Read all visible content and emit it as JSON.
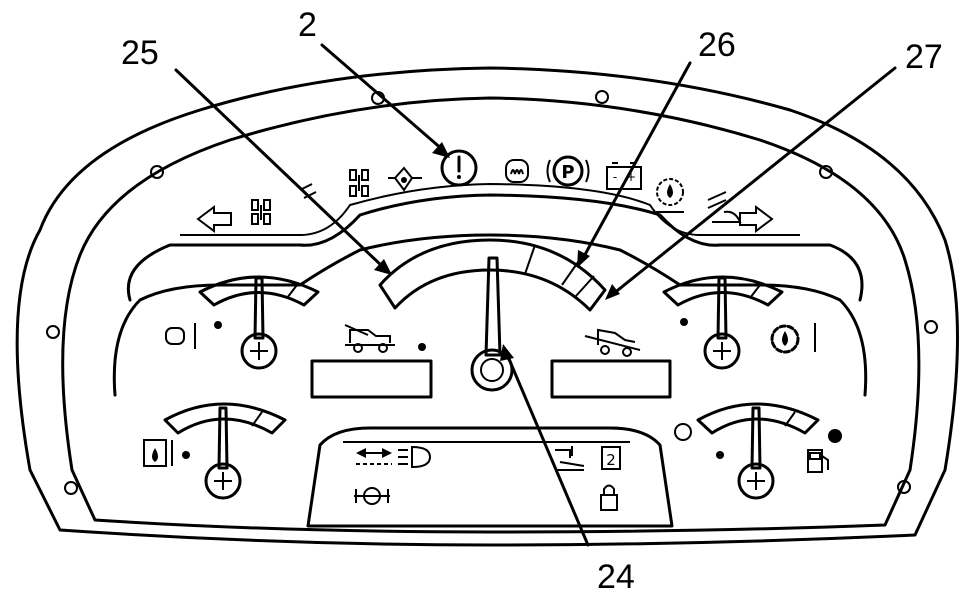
{
  "callouts": {
    "c2": "2",
    "c24": "24",
    "c25": "25",
    "c26": "26",
    "c27": "27"
  },
  "tell_tales": [
    {
      "icon": "left-arrow-icon"
    },
    {
      "icon": "four-wheel-steer-icon"
    },
    {
      "icon": "crab-steer-icon"
    },
    {
      "icon": "two-wheel-steer-icon"
    },
    {
      "icon": "engine-oil-pressure-icon"
    },
    {
      "icon": "general-warning-icon"
    },
    {
      "icon": "glow-plug-icon"
    },
    {
      "icon": "parking-brake-icon"
    },
    {
      "icon": "battery-charge-icon"
    },
    {
      "icon": "transmission-oil-pressure-icon"
    },
    {
      "icon": "boom-float-icon"
    },
    {
      "icon": "right-arrow-icon"
    }
  ],
  "gauges": {
    "engine_coolant_temp": {
      "icon": "engine-coolant-temperature-icon"
    },
    "hydraulic_oil_temp": {
      "icon": "hydraulic-oil-temperature-icon"
    },
    "transmission_oil_temp": {
      "icon": "transmission-oil-temperature-icon"
    },
    "fuel_level": {
      "icon": "fuel-pump-icon"
    }
  },
  "load_moment": {
    "icons": [
      "boom-machine-icon",
      "boom-machine-tipping-icon"
    ]
  },
  "switch_panel": {
    "icons": [
      "steer-direction-icon",
      "headlight-icon",
      "axle-lock-icon",
      "boom-position-icon",
      "gear-indicator-icon",
      "lock-icon"
    ],
    "gear_digit": "2"
  },
  "colors": {
    "line": "#000000",
    "panel": "#ffffff"
  }
}
